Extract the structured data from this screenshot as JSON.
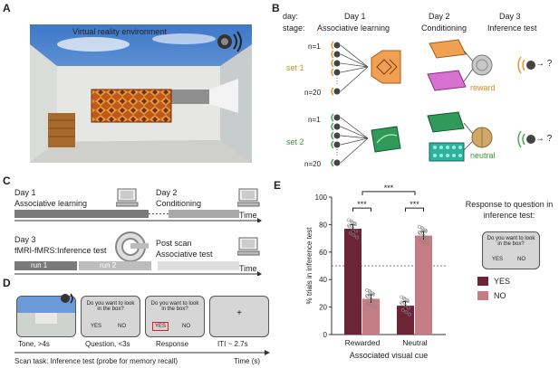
{
  "panel_a": {
    "label": "A",
    "title": "Virtual reality environment"
  },
  "panel_b": {
    "label": "B",
    "row_day": "day:",
    "row_stage": "stage:",
    "day1": "Day 1",
    "day1_stage": "Associative learning",
    "day2": "Day 2",
    "day2_stage": "Conditioning",
    "day3": "Day 3",
    "day3_stage": "Inference test",
    "n_first": "n=1",
    "n_last": "n=20",
    "set1": "set 1",
    "set2": "set 2",
    "reward": "reward",
    "neutral": "neutral",
    "question": "→ ?"
  },
  "panel_c": {
    "label": "C",
    "day1": "Day 1",
    "day1_stage": "Associative learning",
    "day2": "Day 2",
    "day2_stage": "Conditioning",
    "time": "Time",
    "day3": "Day 3",
    "day3_stage": "fMRI-fMRS:Inference test",
    "run1": "run 1",
    "run2": "run 2",
    "post_scan": "Post scan",
    "post_stage": "Associative test",
    "time2": "Time"
  },
  "panel_d": {
    "label": "D",
    "question_text": "Do you want to look in the box?",
    "yes": "YES",
    "no": "NO",
    "fixation": "+",
    "tone": "Tone, >4s",
    "question": "Question, <3s",
    "response": "Response",
    "iti": "ITI ~ 2.7s",
    "scan_task": "Scan task: Inference test (probe for memory recall)",
    "time": "Time (s)"
  },
  "panel_e": {
    "label": "E",
    "legend_title": "Response to question in inference test:",
    "legend_box_text": "Do you want to look in the box?",
    "legend_yes_small": "YES",
    "legend_no_small": "NO",
    "sig_within": "***",
    "sig_between": "***",
    "colors": {
      "yes": "#6b2537",
      "no": "#c47c85"
    }
  },
  "chart_data": {
    "type": "bar",
    "categories": [
      "Rewarded",
      "Neutral"
    ],
    "series": [
      {
        "name": "YES",
        "values": [
          77,
          21
        ],
        "sem": [
          3,
          3
        ]
      },
      {
        "name": "NO",
        "values": [
          26,
          72
        ],
        "sem": [
          3,
          3
        ]
      }
    ],
    "xlabel": "Associated visual cue",
    "ylabel": "% trials in inference test",
    "ylim": [
      0,
      100
    ],
    "yticks": [
      0,
      20,
      40,
      60,
      80,
      100
    ],
    "chance_line": 50
  }
}
